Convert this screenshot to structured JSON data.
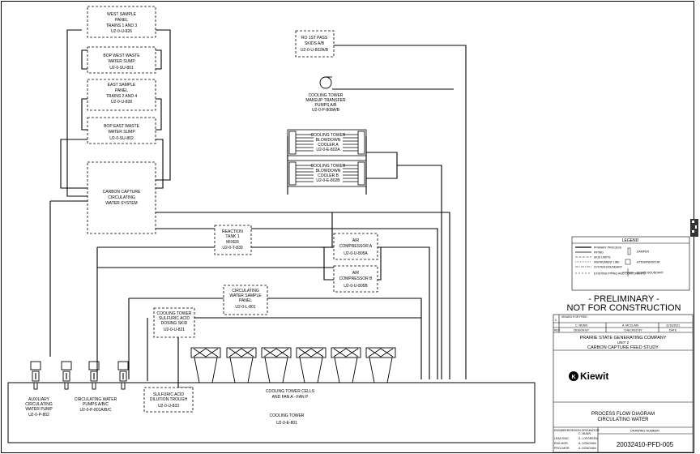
{
  "equipment": {
    "west_sample_panel": [
      "WEST SAMPLE",
      "PANEL",
      "TRAINS 1 AND 3",
      "U2-0-U-826"
    ],
    "bop_west_sump": [
      "BOP WEST WASTE",
      "WATER SUMP",
      "U2-0-SU-801"
    ],
    "east_sample_panel": [
      "EAST SAMPLE",
      "PANEL",
      "TRAINS 2 AND 4",
      "U2-0-U-828"
    ],
    "bop_east_sump": [
      "BOP EAST WASTE",
      "WATER SUMP",
      "U2-0-SU-802"
    ],
    "carbon_capture_system": [
      "CARBON CAPTURE",
      "CIRCULATING",
      "WATER SYSTEM"
    ],
    "ro_skids": [
      "RO 1ST PASS",
      "SKIDS A/B",
      "U2-0-U-802A/B"
    ],
    "makeup_pumps": [
      "COOLING TOWER",
      "MAKEUP TRANSFER",
      "PUMPS A/B",
      "U2-0-P-808A/B"
    ],
    "blowdown_cooler_a": [
      "COOLING TOWER",
      "BLOWDOWN",
      "COOLER A",
      "U2-0-E-802A"
    ],
    "blowdown_cooler_b": [
      "COOLING TOWER",
      "BLOWDOWN",
      "COOLER B",
      "U2-0-E-802B"
    ],
    "reaction_tank": [
      "REACTION",
      "TANK 1",
      "MIXER",
      "U2-0-T-839"
    ],
    "air_compressor_a": [
      "AIR",
      "COMPRESSOR A",
      "U2-0-U-805A"
    ],
    "air_compressor_b": [
      "AIR",
      "COMPRESSOR B",
      "U2-0-U-805B"
    ],
    "cw_sample_panel": [
      "CIRCULATING",
      "WATER SAMPLE",
      "PANEL",
      "U2-0-L-801"
    ],
    "acid_dosing_skid": [
      "COOLING TOWER",
      "SULFURIC ACID",
      "DOSING SKID",
      "U2-0-U-821"
    ],
    "aux_pump": [
      "AUXILIARY",
      "CIRCULATING",
      "WATER PUMP",
      "U2-0-P-802"
    ],
    "cw_pumps": [
      "CIRCULATING WATER",
      "PUMPS A/B/C",
      "U2-0-P-801A/B/C"
    ],
    "dilution_trough": [
      "SULFURIC ACID",
      "DILUTION TROUGH",
      "U2-0-U-833"
    ],
    "tower_cells": [
      "COOLING TOWER CELLS",
      "AND FAN A - FAN P"
    ],
    "cooling_tower": [
      "COOLING TOWER",
      "U2-0-E-801"
    ]
  },
  "legend": {
    "title": "LEGEND",
    "left_items": [
      "PRIMARY PROCESS",
      "PIPING",
      "SKID LIMITS",
      "INSTRUMENT LINE",
      "SYSTEM BOUNDARY",
      "EXISTING PIPING AND COMPONENTS"
    ],
    "right_items": [
      "DAMPER",
      "ATTEMPERATOR",
      "SCOPE BOUNDARY"
    ]
  },
  "stamp": [
    "- PRELIMINARY -",
    "NOT FOR CONSTRUCTION"
  ],
  "revision": {
    "number": "0",
    "description": "ISSUED FOR FEED",
    "drawn_by": "C. MUNN",
    "checked_by": "A. MCCLAIN",
    "date": "11/16/2021",
    "headers": [
      "REV",
      "DESIGN BY",
      "CHECKED BY",
      "DATE"
    ]
  },
  "title_block": {
    "company": "PRAIRIE STATE GENERATING COMPANY",
    "unit": "UNIT 2",
    "project": "CARBON CAPTURE FEED STUDY",
    "logo": "Kiewit",
    "drawing_title": [
      "PROCESS FLOW DIAGRAM",
      "CIRCULATING WATER"
    ],
    "drawing_number_label": "DRAWING NUMBER",
    "drawing_number": "20032410-PFD-005",
    "signatures": [
      {
        "role": "ENGINEER/DESIGN ORIGINATOR",
        "name": "C. MUNN"
      },
      {
        "role": "LEAD ENG",
        "name": "S. LOFGREEN"
      },
      {
        "role": "ENG MGR",
        "name": "A. DONOVAN"
      },
      {
        "role": "PROJ MGR",
        "name": "A. DONOVAN"
      }
    ]
  }
}
